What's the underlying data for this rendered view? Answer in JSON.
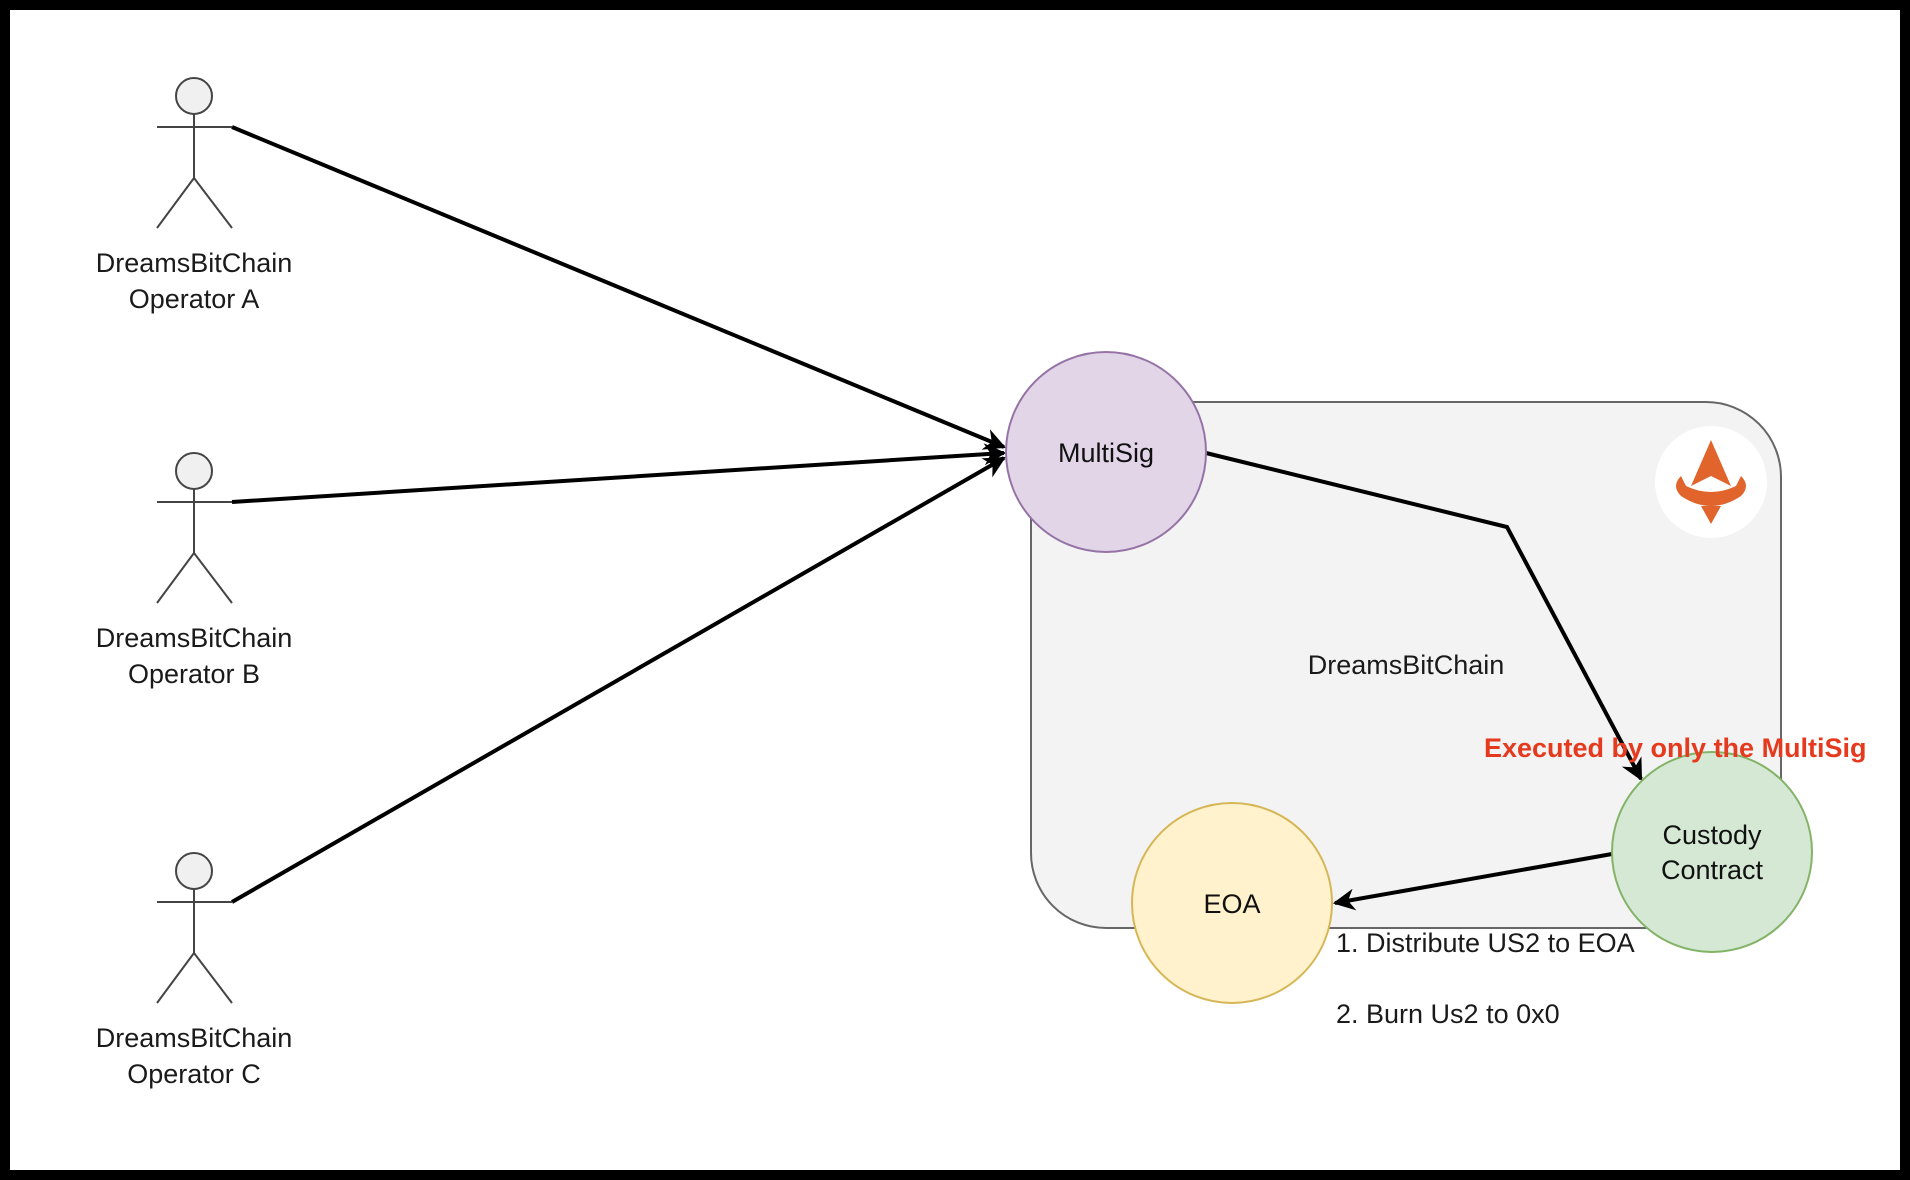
{
  "operators": [
    {
      "line1": "DreamsBitChain",
      "line2": "Operator A"
    },
    {
      "line1": "DreamsBitChain",
      "line2": "Operator B"
    },
    {
      "line1": "DreamsBitChain",
      "line2": "Operator C"
    }
  ],
  "group": {
    "label": "DreamsBitChain",
    "logo_icon": "arbitrum-style-logo-icon"
  },
  "nodes": {
    "multisig": {
      "label": "MultiSig",
      "fill": "#e1d5e7",
      "stroke": "#9673a6"
    },
    "custody": {
      "line1": "Custody",
      "line2": "Contract",
      "fill": "#d5e8d4",
      "stroke": "#82b366"
    },
    "eoa": {
      "label": "EOA",
      "fill": "#fff2cc",
      "stroke": "#d6b656"
    }
  },
  "annotations": {
    "executed_by": "Executed by only the MultiSig",
    "executed_color": "#e53a1e",
    "step1": "1. Distribute US2 to EOA",
    "step2": "2. Burn Us2 to 0x0"
  },
  "colors": {
    "group_fill": "#f3f3f3",
    "group_stroke": "#666666",
    "logo_orange": "#e0642c",
    "frame": "#000000"
  }
}
